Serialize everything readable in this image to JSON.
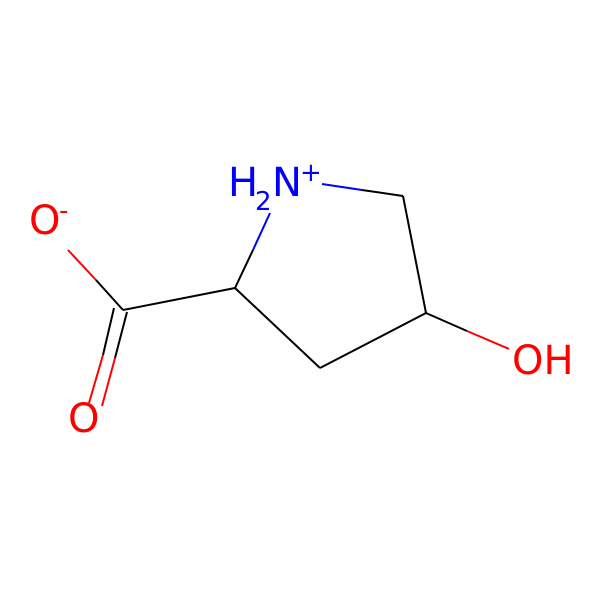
{
  "molecule": {
    "atoms": {
      "nitrogen": {
        "main": "H",
        "sub": "2",
        "element": "N",
        "charge": "+"
      },
      "carboxylate_o_minus": {
        "element": "O",
        "charge": "-"
      },
      "carbonyl_o": {
        "element": "O"
      },
      "hydroxyl": {
        "label": "OH"
      }
    },
    "colors": {
      "carbon_bond": "#000000",
      "nitrogen": "#0000ff",
      "oxygen": "#ff0000"
    }
  }
}
